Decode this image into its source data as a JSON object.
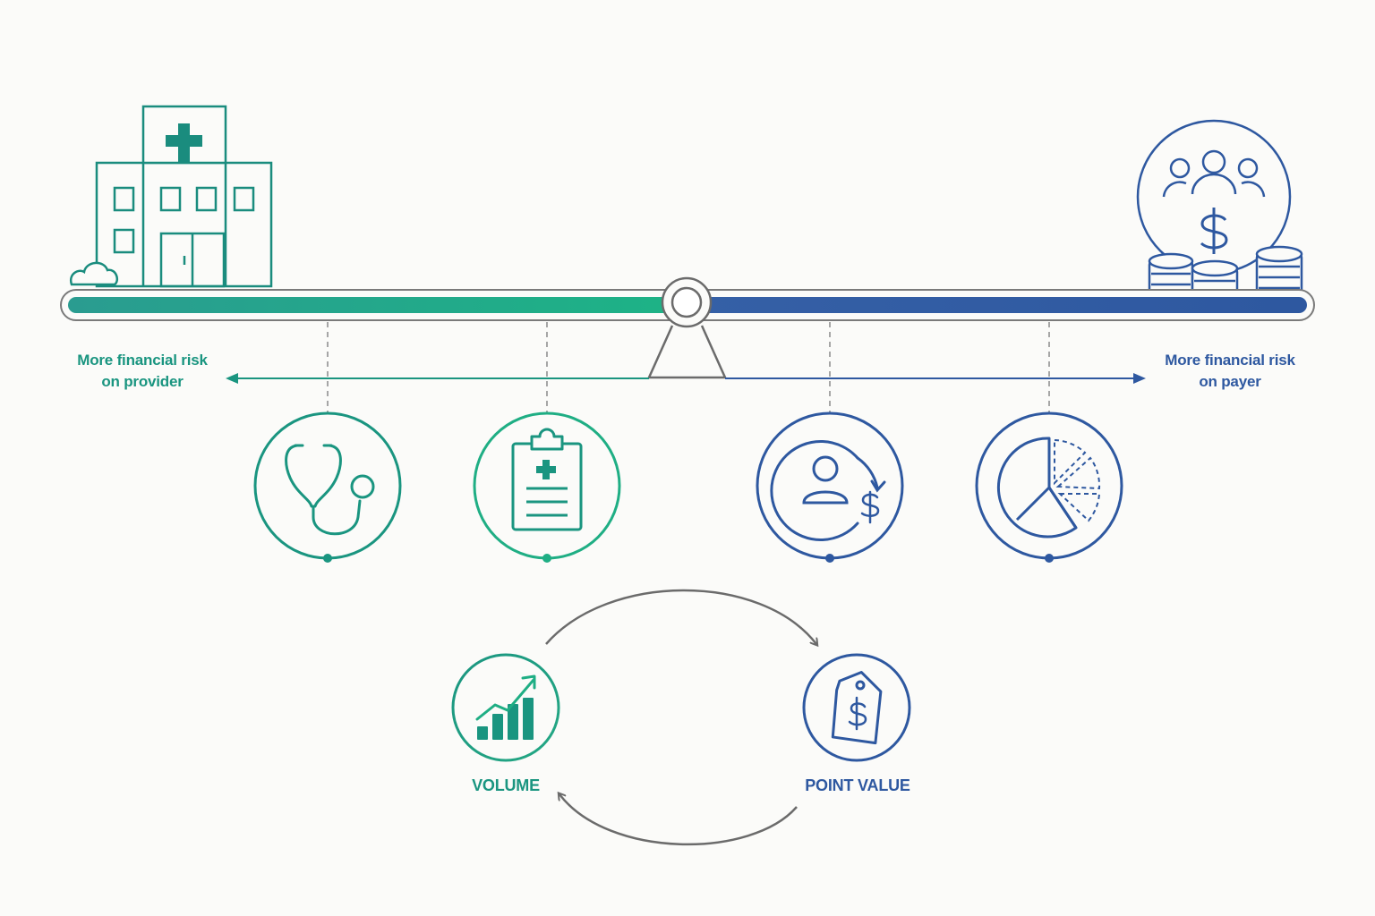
{
  "labels": {
    "left_risk_line1": "More financial risk",
    "left_risk_line2": "on provider",
    "right_risk_line1": "More financial risk",
    "right_risk_line2": "on payer",
    "volume": "VOLUME",
    "point_value": "POINT VALUE"
  },
  "colors": {
    "teal": "#1a9580",
    "green": "#1fae84",
    "blue": "#2e58a0",
    "gray": "#6b6b6b"
  },
  "icons": {
    "hospital": "hospital-icon",
    "payer": "people-dollar-icon",
    "coins": "coin-stack-icon",
    "spectrum": [
      "stethoscope-icon",
      "clipboard-icon",
      "person-dollar-cycle-icon",
      "pie-chart-icon"
    ],
    "cycle": [
      "bar-chart-trend-icon",
      "price-tag-dollar-icon"
    ]
  }
}
